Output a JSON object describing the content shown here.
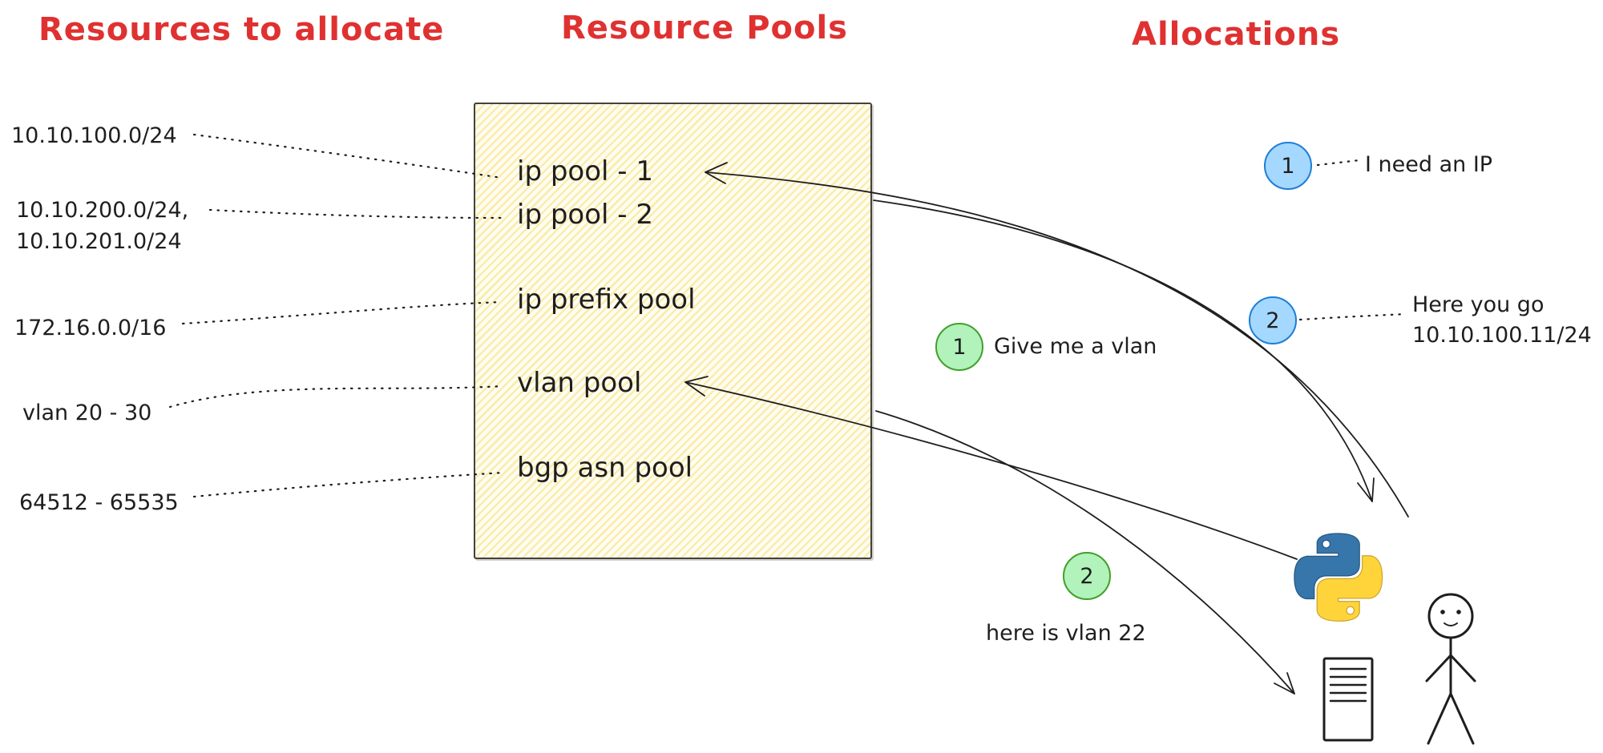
{
  "header": {
    "col1": "Resources to allocate",
    "col2": "Resource Pools",
    "col3": "Allocations"
  },
  "resources": [
    {
      "line1": "10.10.100.0/24",
      "line2": ""
    },
    {
      "line1": "10.10.200.0/24,",
      "line2": "10.10.201.0/24"
    },
    {
      "line1": "172.16.0.0/16",
      "line2": ""
    },
    {
      "line1": "vlan 20 - 30",
      "line2": ""
    },
    {
      "line1": "64512 - 65535",
      "line2": ""
    }
  ],
  "pools": [
    {
      "label": "ip pool - 1"
    },
    {
      "label": "ip pool - 2"
    },
    {
      "label": "ip prefix pool"
    },
    {
      "label": "vlan pool"
    },
    {
      "label": "bgp asn pool"
    }
  ],
  "ip_flow": {
    "request": {
      "number": "1",
      "text": "I need an IP"
    },
    "response": {
      "number": "2",
      "line1": "Here you go",
      "line2": "10.10.100.11/24"
    }
  },
  "vlan_flow": {
    "request": {
      "number": "1",
      "text": "Give me a vlan"
    },
    "response": {
      "number": "2",
      "text": "here is vlan 22"
    }
  },
  "icons": {
    "python": "python-logo",
    "person": "stick-figure",
    "server": "server-icon"
  },
  "colors": {
    "accent_red": "#e03131",
    "ink": "#1e1e1e",
    "pool_fill": "#f7de74",
    "blue_fill": "#a5d8ff",
    "blue_stroke": "#1c7ed6",
    "green_fill": "#b2f2bb",
    "green_stroke": "#40a02b",
    "python_blue": "#3776ab",
    "python_yellow": "#ffd43b"
  }
}
